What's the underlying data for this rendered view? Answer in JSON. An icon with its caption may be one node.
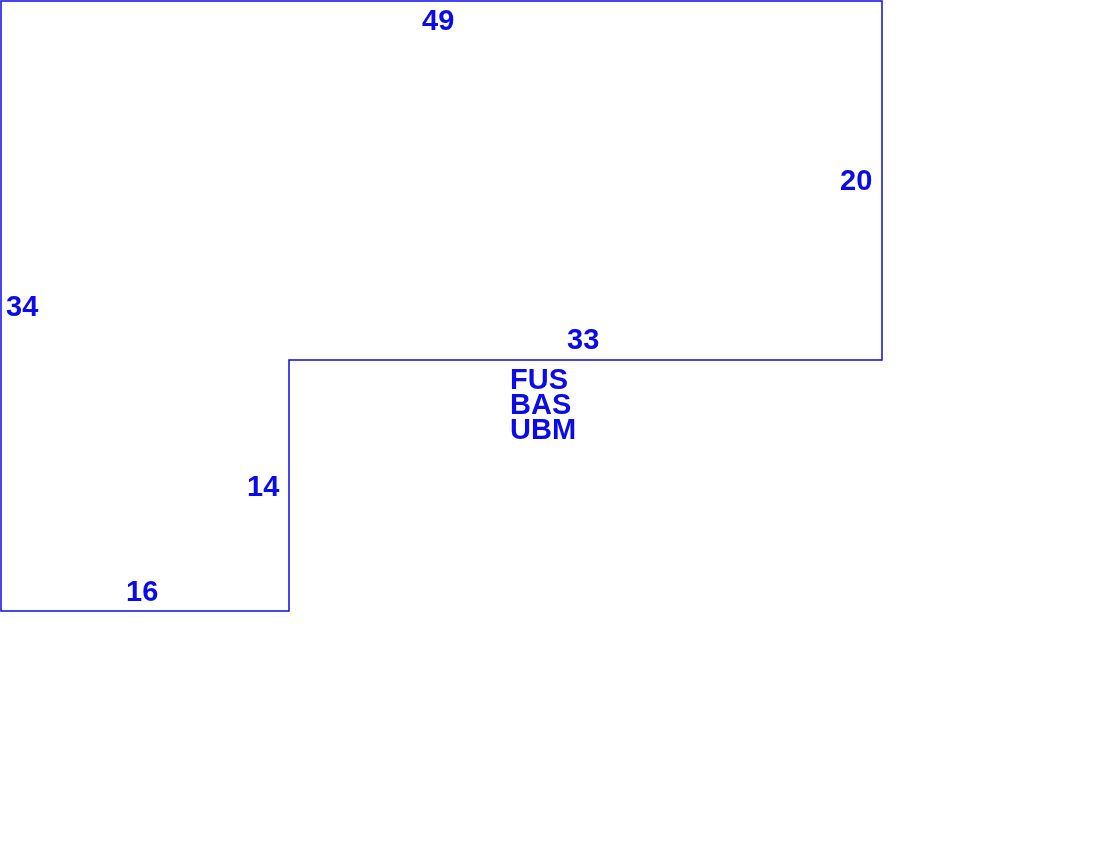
{
  "diagram": {
    "labels": [
      "49",
      "20",
      "34",
      "33",
      "FUS",
      "BAS",
      "UBM",
      "14",
      "16"
    ]
  }
}
